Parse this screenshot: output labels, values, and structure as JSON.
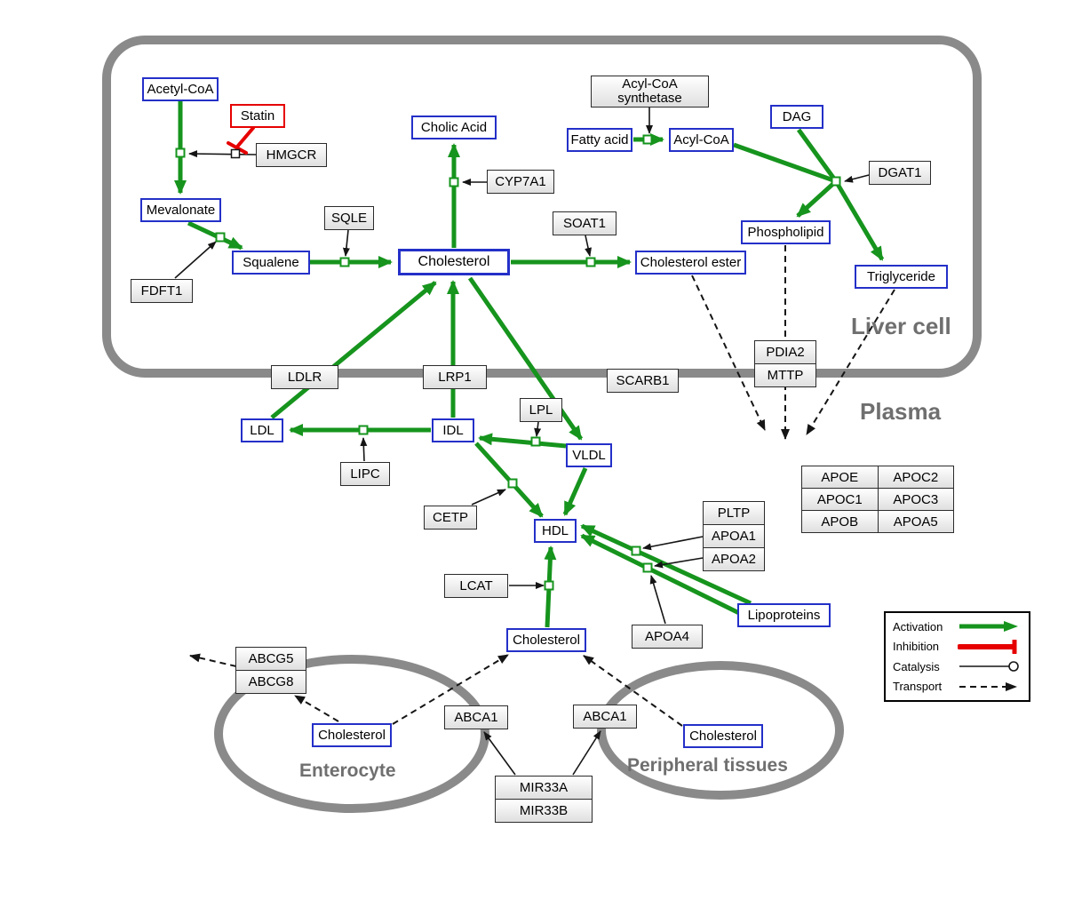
{
  "compartments": {
    "liver": "Liver cell",
    "plasma": "Plasma",
    "enterocyte": "Enterocyte",
    "peripheral": "Peripheral tissues"
  },
  "nodes": {
    "acetyl_coa": {
      "label": "Acetyl-CoA",
      "type": "metabolite"
    },
    "statin": {
      "label": "Statin",
      "type": "inhibitor"
    },
    "hmgcr": {
      "label": "HMGCR",
      "type": "enzyme"
    },
    "cholic_acid": {
      "label": "Cholic Acid",
      "type": "metabolite"
    },
    "acyl_coa_synthetase": {
      "label_line1": "Acyl-CoA",
      "label_line2": "synthetase",
      "type": "enzyme"
    },
    "fatty_acid": {
      "label": "Fatty acid",
      "type": "metabolite"
    },
    "acyl_coa": {
      "label": "Acyl-CoA",
      "type": "metabolite"
    },
    "dag": {
      "label": "DAG",
      "type": "metabolite"
    },
    "dgat1": {
      "label": "DGAT1",
      "type": "enzyme"
    },
    "cyp7a1": {
      "label": "CYP7A1",
      "type": "enzyme"
    },
    "mevalonate": {
      "label": "Mevalonate",
      "type": "metabolite"
    },
    "sqle": {
      "label": "SQLE",
      "type": "enzyme"
    },
    "soat1": {
      "label": "SOAT1",
      "type": "enzyme"
    },
    "phospholipid": {
      "label": "Phospholipid",
      "type": "metabolite"
    },
    "squalene": {
      "label": "Squalene",
      "type": "metabolite"
    },
    "cholesterol_liver": {
      "label": "Cholesterol",
      "type": "metabolite"
    },
    "cholesterol_ester": {
      "label": "Cholesterol ester",
      "type": "metabolite"
    },
    "triglyceride": {
      "label": "Triglyceride",
      "type": "metabolite"
    },
    "fdft1": {
      "label": "FDFT1",
      "type": "enzyme"
    },
    "pdia2": {
      "label": "PDIA2",
      "type": "enzyme"
    },
    "mttp": {
      "label": "MTTP",
      "type": "enzyme"
    },
    "ldlr": {
      "label": "LDLR",
      "type": "enzyme"
    },
    "lrp1": {
      "label": "LRP1",
      "type": "enzyme"
    },
    "scarb1": {
      "label": "SCARB1",
      "type": "enzyme"
    },
    "ldl": {
      "label": "LDL",
      "type": "metabolite"
    },
    "idl": {
      "label": "IDL",
      "type": "metabolite"
    },
    "lpl": {
      "label": "LPL",
      "type": "enzyme"
    },
    "vldl": {
      "label": "VLDL",
      "type": "metabolite"
    },
    "lipc": {
      "label": "LIPC",
      "type": "enzyme"
    },
    "cetp": {
      "label": "CETP",
      "type": "enzyme"
    },
    "hdl": {
      "label": "HDL",
      "type": "metabolite"
    },
    "pltp": {
      "label": "PLTP",
      "type": "enzyme"
    },
    "apoa1": {
      "label": "APOA1",
      "type": "enzyme"
    },
    "apoa2": {
      "label": "APOA2",
      "type": "enzyme"
    },
    "lcat": {
      "label": "LCAT",
      "type": "enzyme"
    },
    "apoa4": {
      "label": "APOA4",
      "type": "enzyme"
    },
    "lipoproteins": {
      "label": "Lipoproteins",
      "type": "metabolite"
    },
    "cholesterol_plasma": {
      "label": "Cholesterol",
      "type": "metabolite"
    },
    "abcg5": {
      "label": "ABCG5",
      "type": "enzyme"
    },
    "abcg8": {
      "label": "ABCG8",
      "type": "enzyme"
    },
    "cholesterol_enterocyte": {
      "label": "Cholesterol",
      "type": "metabolite"
    },
    "abca1_left": {
      "label": "ABCA1",
      "type": "enzyme"
    },
    "abca1_right": {
      "label": "ABCA1",
      "type": "enzyme"
    },
    "cholesterol_peripheral": {
      "label": "Cholesterol",
      "type": "metabolite"
    },
    "mir33a": {
      "label": "MIR33A",
      "type": "enzyme"
    },
    "mir33b": {
      "label": "MIR33B",
      "type": "enzyme"
    }
  },
  "apo_table": {
    "rows": [
      [
        "APOE",
        "APOC2"
      ],
      [
        "APOC1",
        "APOC3"
      ],
      [
        "APOB",
        "APOA5"
      ]
    ]
  },
  "legend": {
    "activation": "Activation",
    "inhibition": "Inhibition",
    "catalysis": "Catalysis",
    "transport": "Transport"
  },
  "colors": {
    "activation": "#16941d",
    "inhibition": "#e60000",
    "metabolite_border": "#2430c8",
    "membrane": "#8a8a8a"
  }
}
